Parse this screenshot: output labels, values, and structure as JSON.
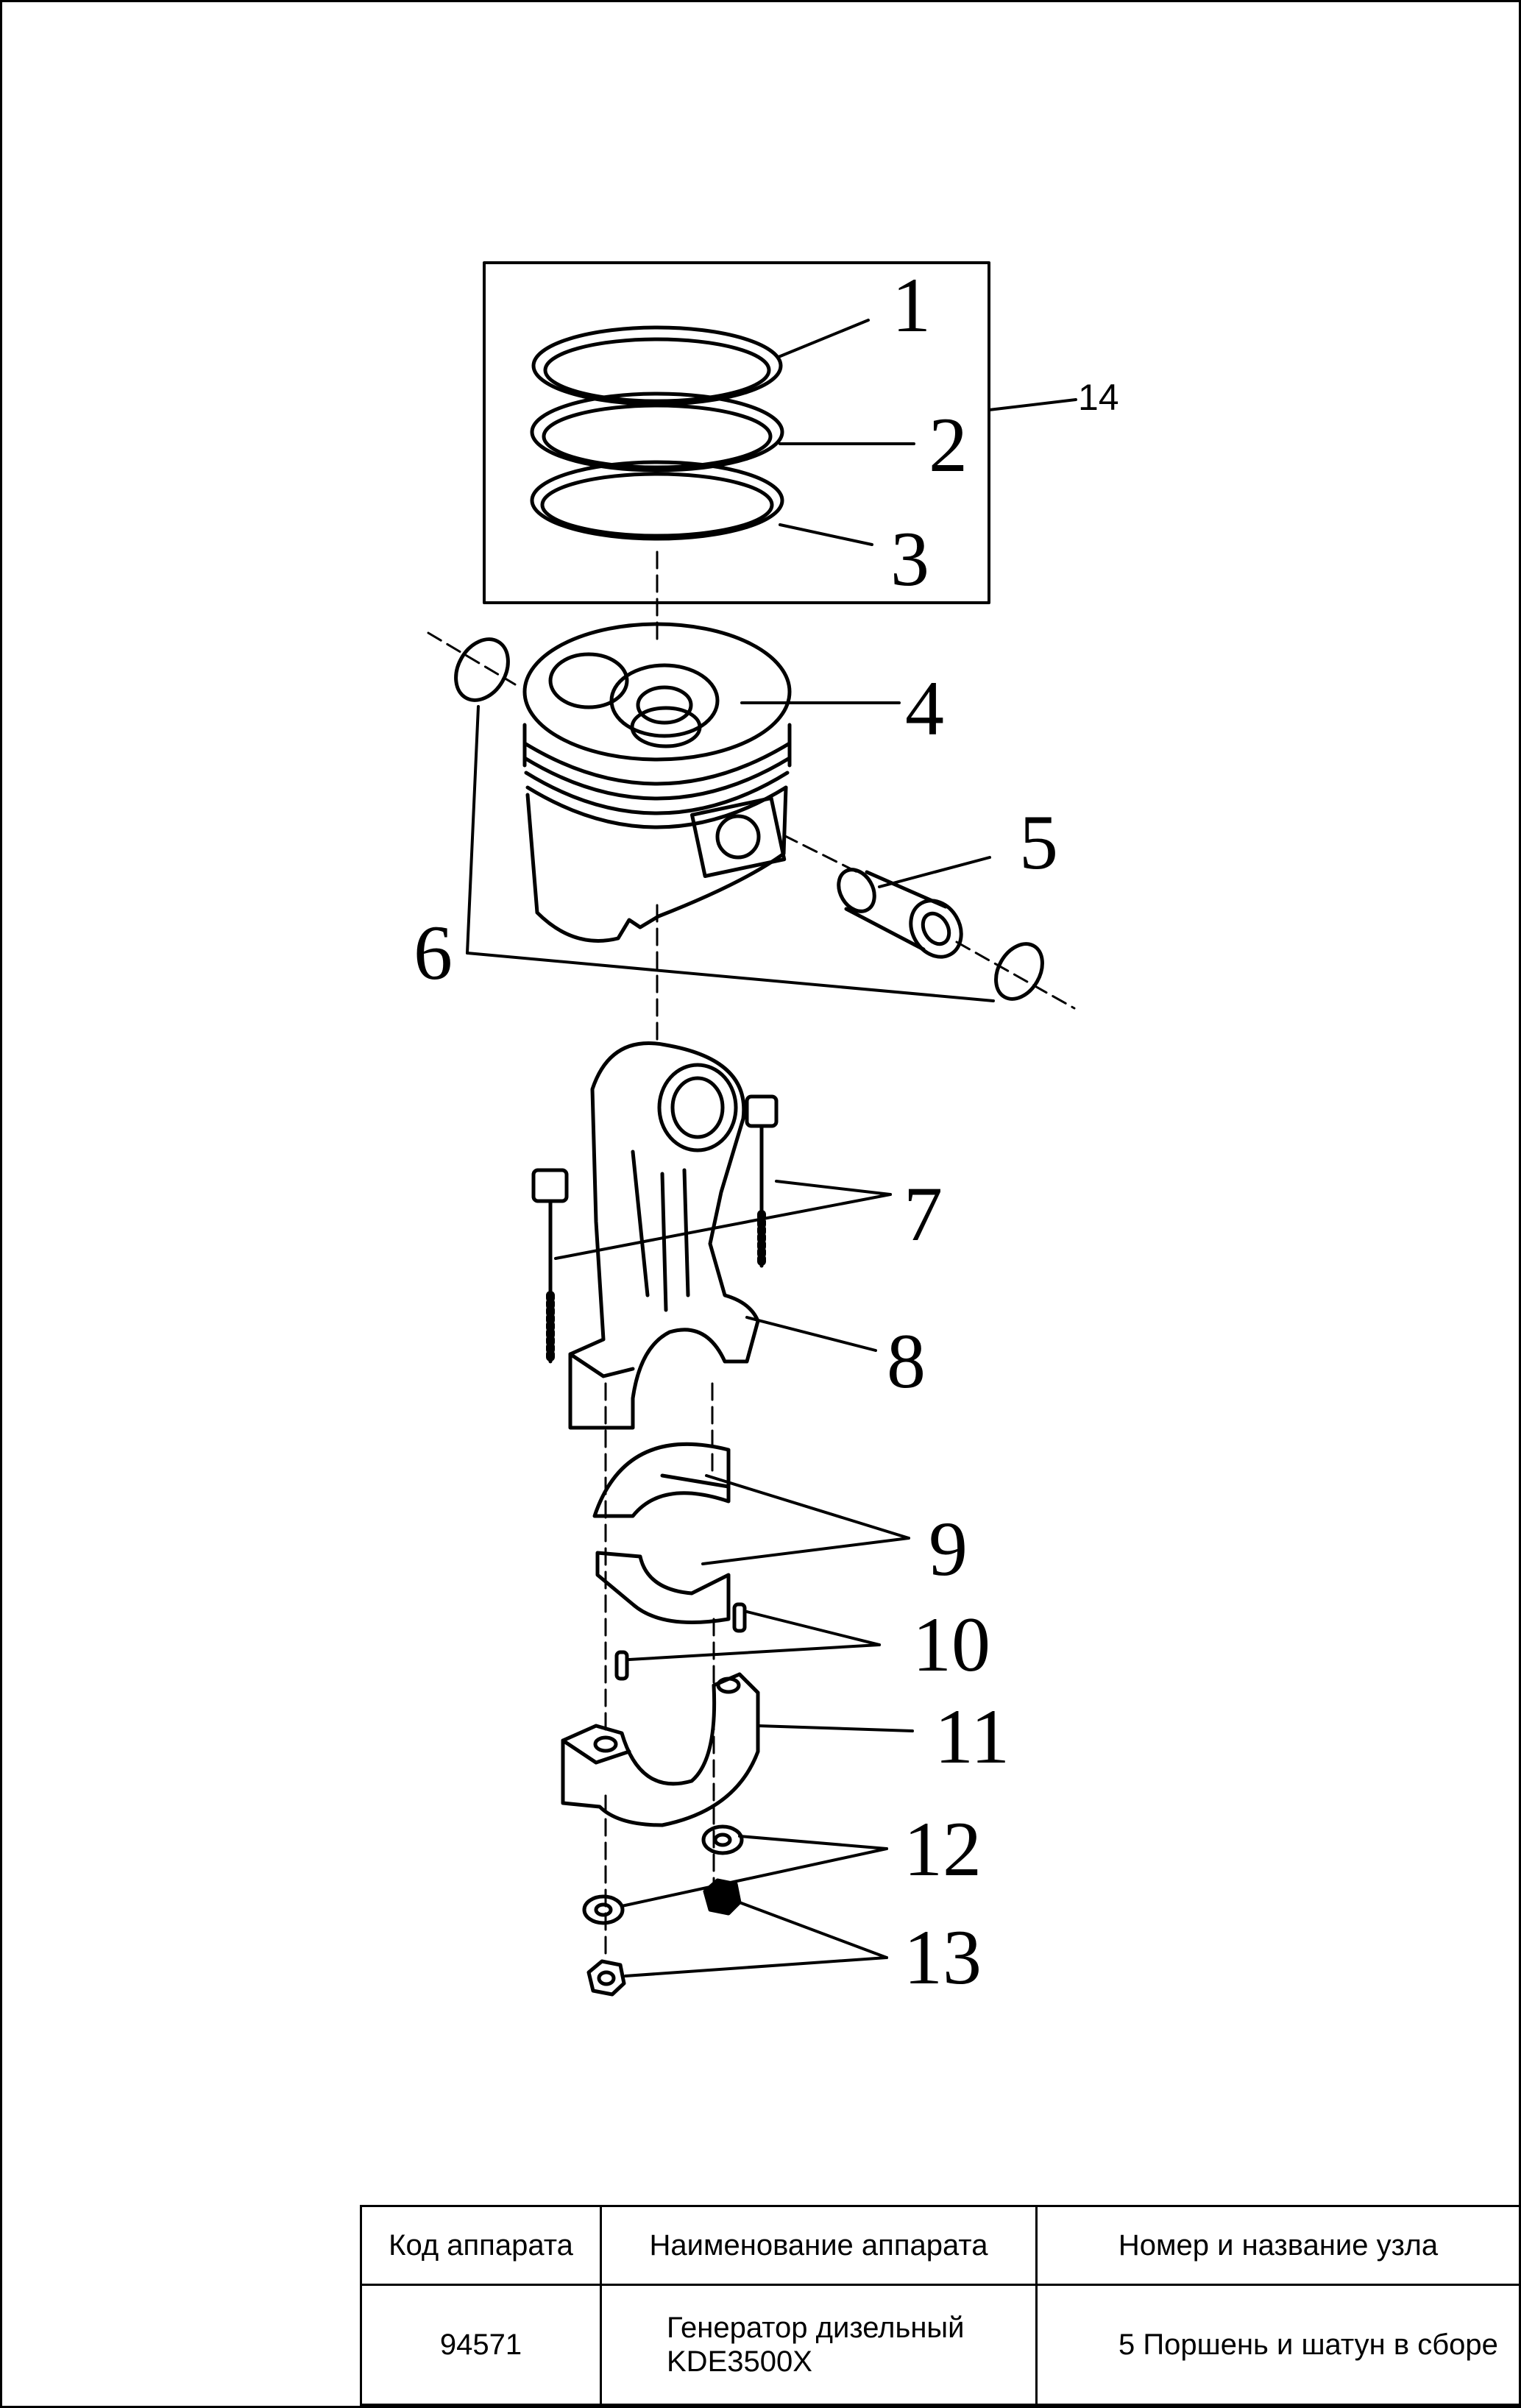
{
  "diagram": {
    "callouts": [
      {
        "id": "1",
        "label": "1"
      },
      {
        "id": "2",
        "label": "2"
      },
      {
        "id": "3",
        "label": "3"
      },
      {
        "id": "4",
        "label": "4"
      },
      {
        "id": "5",
        "label": "5"
      },
      {
        "id": "6",
        "label": "6"
      },
      {
        "id": "7",
        "label": "7"
      },
      {
        "id": "8",
        "label": "8"
      },
      {
        "id": "9",
        "label": "9"
      },
      {
        "id": "10",
        "label": "10"
      },
      {
        "id": "11",
        "label": "11"
      },
      {
        "id": "12",
        "label": "12"
      },
      {
        "id": "13",
        "label": "13"
      },
      {
        "id": "14",
        "label": "14"
      }
    ]
  },
  "title_block": {
    "headers": {
      "code": "Код аппарата",
      "name": "Наименование аппарата",
      "unit": "Номер и название узла"
    },
    "values": {
      "code": "94571",
      "name": "Генератор дизельный KDE3500X",
      "unit": "5 Поршень и шатун в сборе"
    }
  }
}
